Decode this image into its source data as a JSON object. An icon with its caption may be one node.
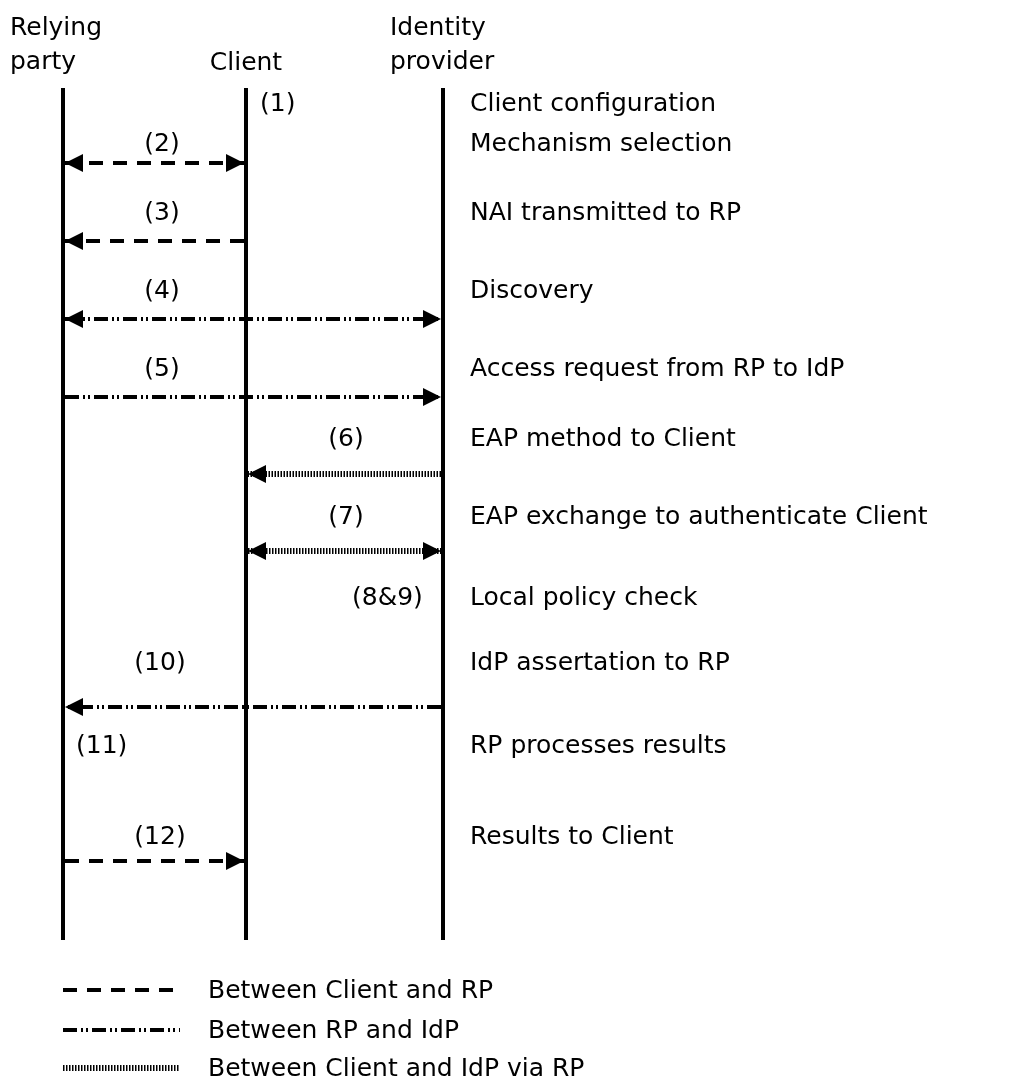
{
  "diagram": {
    "nodes": [
      {
        "text": [
          "Relying party"
        ]
      },
      {
        "text": [
          "Client"
        ]
      },
      {
        "text": [
          "Identity provider"
        ]
      }
    ],
    "edges": [
      {
        "from": 0,
        "to": 1,
        "arrow": "both",
        "label": "(2)",
        "style": "dashed"
      },
      {
        "from": 1,
        "to": 0,
        "arrow": "to",
        "label": "(3)",
        "style": "dashed"
      },
      {
        "from": 0,
        "to": 2,
        "arrow": "both",
        "label": "(4)",
        "style": "dashed"
      },
      {
        "from": 0,
        "to": 2,
        "arrow": "to",
        "label": "(5)",
        "style": "dashed"
      },
      {
        "from": 2,
        "to": 1,
        "arrow": "to",
        "label": "(6)",
        "style": "dashed"
      },
      {
        "from": 1,
        "to": 2,
        "arrow": "both",
        "label": "(7)",
        "style": "dashed"
      },
      {
        "from": 2,
        "to": 0,
        "arrow": "to",
        "label": "(10)",
        "style": "dashed"
      },
      {
        "from": 0,
        "to": 1,
        "arrow": "to",
        "label": "(12)",
        "style": "dashed"
      }
    ],
    "labels": [
      "(1)",
      "Client configuration",
      "Mechanism selection",
      "NAI transmitted to RP",
      "Discovery",
      "Access request from RP to IdP",
      "EAP method to Client",
      "EAP exchange to authenticate Client",
      "(8&9)",
      "Local policy check",
      "IdP assertation to RP",
      "(11)",
      "RP processes results",
      "Results to Client"
    ],
    "legend": [
      {
        "text": "Between Client and RP"
      },
      {
        "text": "Between RP and IdP"
      },
      {
        "text": "Between Client and IdP via RP"
      }
    ]
  }
}
